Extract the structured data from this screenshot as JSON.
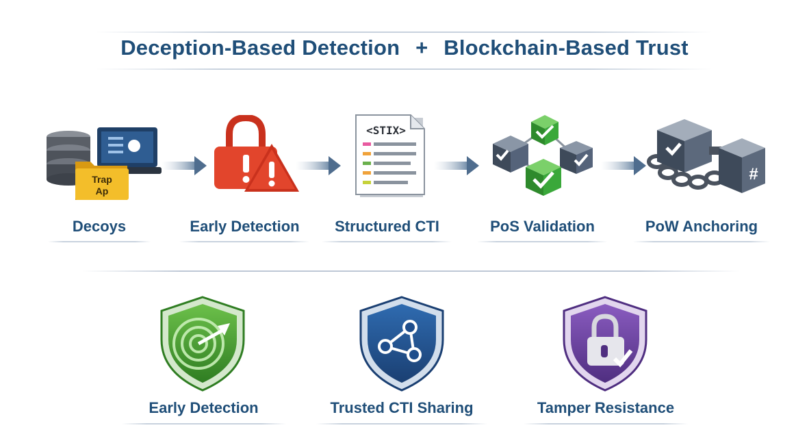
{
  "title": {
    "left": "Deception-Based Detection",
    "plus": "+",
    "right": "Blockchain-Based Trust"
  },
  "stages": [
    {
      "label": "Decoys",
      "icon": "decoy-server-folder-icon",
      "icon_text_1": "Trap",
      "icon_text_2": "Ap"
    },
    {
      "label": "Early Detection",
      "icon": "alert-lock-warning-icon"
    },
    {
      "label": "Structured CTI",
      "icon": "stix-document-icon",
      "icon_text_1": "<STIX>"
    },
    {
      "label": "PoS Validation",
      "icon": "validated-blocks-icon"
    },
    {
      "label": "PoW Anchoring",
      "icon": "chained-blocks-icon",
      "icon_text_1": "#"
    }
  ],
  "benefits": [
    {
      "label": "Early Detection",
      "icon": "radar-shield-icon",
      "color": "#3f9a2a"
    },
    {
      "label": "Trusted CTI Sharing",
      "icon": "network-shield-icon",
      "color": "#1f4e8c"
    },
    {
      "label": "Tamper Resistance",
      "icon": "lock-shield-icon",
      "color": "#6a3f99"
    }
  ],
  "colors": {
    "title": "#1f4e78",
    "arrow": "#6f8aa6",
    "alert_red": "#e2452c",
    "check_green": "#3aa83a",
    "folder_yellow": "#f3be2a"
  }
}
